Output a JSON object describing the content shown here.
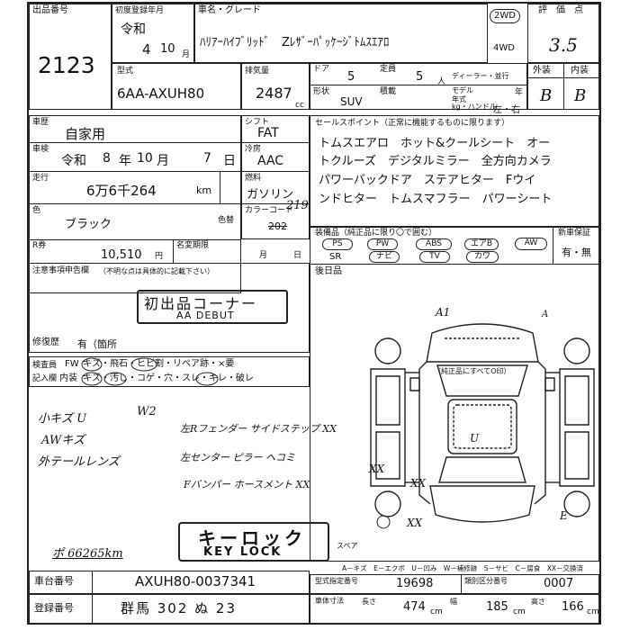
{
  "header": {
    "lot_label": "出品番号",
    "lot_number": "2123",
    "reg_label": "初度登録年月",
    "reg_era": "令和",
    "reg_year": "4",
    "reg_month": "10",
    "month_unit": "月",
    "model_label": "車名・グレード",
    "model_name": "ﾊﾘｱｰﾊｲﾌﾞﾘｯﾄﾞ　Zﾚｻﾞｰﾊﾟｯｹｰｼﾞﾄﾑｽｴｱﾛ",
    "drive_2wd": "2WD",
    "drive_4wd": "4WD",
    "score_label": "評　価　点",
    "score": "3.5",
    "exterior_label": "外装",
    "interior_label": "内装",
    "exterior_grade": "B",
    "interior_grade": "B"
  },
  "specs": {
    "type_label": "型式",
    "type_value": "6AA-AXUH80",
    "displacement_label": "排気量",
    "displacement_value": "2487",
    "displacement_unit": "cc",
    "doors_label": "ドア",
    "doors_value": "5",
    "capacity_label": "定員",
    "capacity_value": "5",
    "capacity_unit": "人",
    "dealer_label": "ディーラー・並行",
    "model_year_label": "モデル年式",
    "year_unit": "年",
    "shape_label": "形状",
    "shape_value": "SUV",
    "load_label": "積載",
    "load_unit": "kg",
    "handle_label": "kg・ハンドル",
    "handle_value": "左・右"
  },
  "history": {
    "label": "車歴",
    "value": "自家用"
  },
  "inspection": {
    "label": "車検",
    "era": "令和",
    "year": "8",
    "month": "10",
    "day": "7",
    "u_year": "年",
    "u_month": "月",
    "u_day": "日"
  },
  "mileage": {
    "label": "走行",
    "value": "6万6千264",
    "unit": "km"
  },
  "color": {
    "label": "色",
    "value": "ブラック",
    "swap_label": "色替",
    "code_label": "カラーコード",
    "code_value": "202",
    "code_hand": "219"
  },
  "recycle": {
    "label": "R券",
    "value": "10,510",
    "unit": "円"
  },
  "expiry": {
    "label": "名変期限",
    "u_month": "月",
    "u_day": "日"
  },
  "drivetrain": {
    "shift_label": "シフト",
    "shift_value": "FAT",
    "ac_label": "冷房",
    "ac_value": "AAC",
    "fuel_label": "燃料",
    "fuel_value": "ガソリン"
  },
  "sales_points": {
    "label": "セールスポイント（正常に機能するものに限ります）",
    "lines": [
      "トムスエアロ　ホット&クールシート　オー",
      "トクルーズ　デジタルミラー　全方向カメラ",
      "パワーバックドア　ステアヒター　Fウイ",
      "ンドヒター　トムスマフラー　パワーシート"
    ]
  },
  "equipment": {
    "label": "装備品（純正品に限り〇で囲む）",
    "items": [
      "PS",
      "PW",
      "ABS",
      "エアB",
      "AW",
      "SR",
      "ナビ",
      "TV",
      "カワ"
    ],
    "new_car_label": "新車保証",
    "new_car_value": "有・無"
  },
  "notes": {
    "label": "注意事項申告欄",
    "sublabel": "（不明な点は具体的に記載下さい）"
  },
  "stamp_debut": {
    "line1": "初出品コーナー",
    "line2": "AA DEBUT"
  },
  "repair": {
    "label": "修復歴",
    "value": "有（箇所"
  },
  "aftermarket_label": "後日品",
  "inspector": {
    "label1": "検査員",
    "label2": "記入欄",
    "fw_label": "FW",
    "fw_items": "キズ・飛石・ヒビ割・リペア跡・×要",
    "in_label": "内装",
    "in_items": "キズ・汚し・コゲ・穴・スレ・キレ・破レ"
  },
  "handwritten": {
    "left_notes": [
      "小キズ U",
      "AWキズ",
      "外テールレンズ"
    ],
    "w2": "W2",
    "right_notes": [
      "左Rフェンダー サイドステップ XX",
      "左センター ピラー ヘコミ",
      "Fバンパー ホースメント XX"
    ],
    "odometer": "ポ 66265km",
    "diag_a1": "A1",
    "diag_u": "U",
    "diag_xx": "XX",
    "diag_xx2": "XX",
    "diag_xx3": "XX",
    "diag_e": "E",
    "diag_a": "A",
    "diag_spare": "スペア"
  },
  "diagram_caption": "（純正品にすべてO印）",
  "legend": "A－キズ　E－エクボ　U－凹み　W－補修跡　S－サビ　C－腐食　XX－交換済",
  "keylock": {
    "line1": "キーロック",
    "line2": "KEY LOCK"
  },
  "chassis": {
    "label": "車台番号",
    "value": "AXUH80-0037341"
  },
  "registration": {
    "label": "登録番号",
    "value": "群馬 302 ぬ 23"
  },
  "type_spec": {
    "label": "型式指定番号",
    "value": "19698",
    "class_label": "類別区分番号",
    "class_value": "0007"
  },
  "dims": {
    "label": "車体寸法",
    "len_label": "長さ",
    "len_value": "474",
    "wid_label": "幅",
    "wid_value": "185",
    "hgt_label": "高さ",
    "hgt_value": "166",
    "unit": "cm"
  }
}
